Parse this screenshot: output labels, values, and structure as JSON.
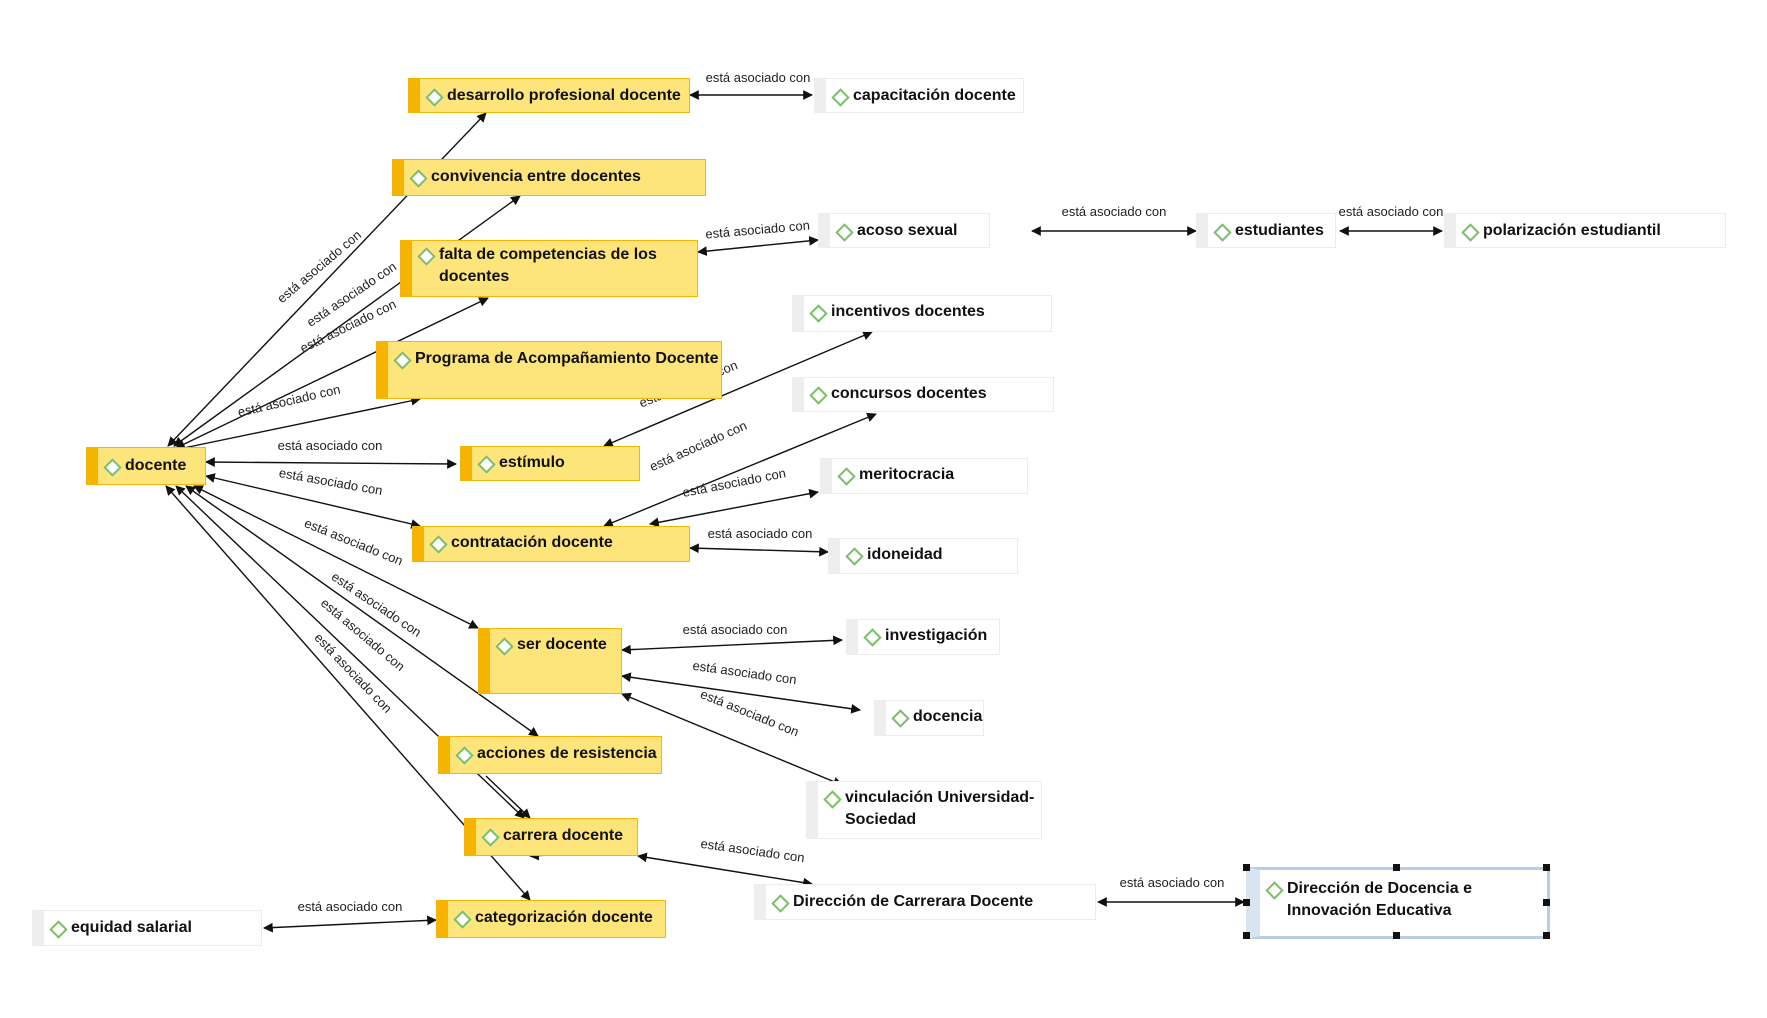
{
  "nodes": {
    "docente": {
      "label": "docente"
    },
    "desarrollo": {
      "label": "desarrollo profesional docente"
    },
    "capacitacion": {
      "label": "capacitación docente"
    },
    "convivencia": {
      "label": "convivencia entre docentes"
    },
    "falta": {
      "label": "falta de competencias de los docentes"
    },
    "acoso": {
      "label": "acoso sexual"
    },
    "estudiantes": {
      "label": "estudiantes"
    },
    "polarizacion": {
      "label": "polarización estudiantil"
    },
    "incentivos": {
      "label": "incentivos docentes"
    },
    "programa": {
      "label": "Programa de Acompañamiento Docente"
    },
    "concursos": {
      "label": "concursos docentes"
    },
    "estimulo": {
      "label": "estímulo"
    },
    "meritocracia": {
      "label": "meritocracia"
    },
    "contratacion": {
      "label": "contratación docente"
    },
    "idoneidad": {
      "label": "idoneidad"
    },
    "ser": {
      "label": "ser docente"
    },
    "investigacion": {
      "label": "investigación"
    },
    "docencia": {
      "label": "docencia"
    },
    "vinculacion": {
      "label": "vinculación Universidad-Sociedad"
    },
    "acciones": {
      "label": "acciones de resistencia"
    },
    "carrera": {
      "label": "carrera docente"
    },
    "direccion_carrera": {
      "label": "Dirección de Carrerara Docente"
    },
    "direccion_docencia": {
      "label": "Dirección de Docencia e Innovación Educativa"
    },
    "equidad": {
      "label": "equidad salarial"
    },
    "categorizacion": {
      "label": "categorización docente"
    }
  },
  "edge_label": "está asociado con",
  "edge_labels": [
    "está asociado con",
    "está asociado con",
    "está asociado con",
    "está asociado con",
    "está asociado con",
    "está asociado con",
    "está asociado con",
    "está asociado con",
    "está asociado con",
    "está asociado con",
    "está asociado con",
    "está asociado con",
    "está asociado con",
    "está asociado con",
    "está asociado con",
    "está asociado con",
    "está asociado con",
    "está asociado con",
    "está asociado con",
    "está asociado con",
    "está asociado con",
    "está asociado con",
    "está asociado con",
    "está asociado con",
    "está asociado con",
    "está asociado con"
  ],
  "colors": {
    "yellow_fill": "#fde57b",
    "yellow_bar": "#f6b400",
    "icon": "#7bbf6a",
    "selection": "#b9cde3"
  }
}
